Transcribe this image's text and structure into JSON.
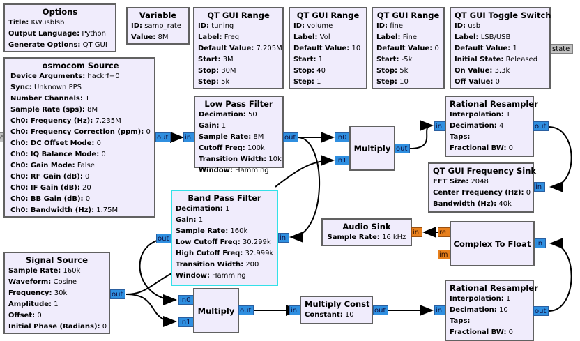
{
  "blocks": {
    "options": {
      "title": "Options",
      "params": [
        {
          "k": "Title:",
          "v": "KWusblsb"
        },
        {
          "k": "Output Language:",
          "v": "Python"
        },
        {
          "k": "Generate Options:",
          "v": "QT GUI"
        }
      ]
    },
    "variable": {
      "title": "Variable",
      "params": [
        {
          "k": "ID:",
          "v": "samp_rate"
        },
        {
          "k": "Value:",
          "v": "8M"
        }
      ]
    },
    "range_tuning": {
      "title": "QT GUI Range",
      "params": [
        {
          "k": "ID:",
          "v": "tuning"
        },
        {
          "k": "Label:",
          "v": "Freq"
        },
        {
          "k": "Default Value:",
          "v": "7.205M"
        },
        {
          "k": "Start:",
          "v": "3M"
        },
        {
          "k": "Stop:",
          "v": "30M"
        },
        {
          "k": "Step:",
          "v": "5k"
        }
      ]
    },
    "range_volume": {
      "title": "QT GUI Range",
      "params": [
        {
          "k": "ID:",
          "v": "volume"
        },
        {
          "k": "Label:",
          "v": "Vol"
        },
        {
          "k": "Default Value:",
          "v": "10"
        },
        {
          "k": "Start:",
          "v": "1"
        },
        {
          "k": "Stop:",
          "v": "40"
        },
        {
          "k": "Step:",
          "v": "1"
        }
      ]
    },
    "range_fine": {
      "title": "QT GUI Range",
      "params": [
        {
          "k": "ID:",
          "v": "fine"
        },
        {
          "k": "Label:",
          "v": "Fine"
        },
        {
          "k": "Default Value:",
          "v": "0"
        },
        {
          "k": "Start:",
          "v": "-5k"
        },
        {
          "k": "Stop:",
          "v": "5k"
        },
        {
          "k": "Step:",
          "v": "10"
        }
      ]
    },
    "toggle": {
      "title": "QT GUI Toggle Switch",
      "params": [
        {
          "k": "ID:",
          "v": "usb"
        },
        {
          "k": "Label:",
          "v": "LSB/USB"
        },
        {
          "k": "Default Value:",
          "v": "1"
        },
        {
          "k": "Initial State:",
          "v": "Released"
        },
        {
          "k": "On Value:",
          "v": "3.3k"
        },
        {
          "k": "Off Value:",
          "v": "0"
        }
      ]
    },
    "osmocom": {
      "title": "osmocom Source",
      "params": [
        {
          "k": "Device Arguments:",
          "v": "hackrf=0"
        },
        {
          "k": "Sync:",
          "v": "Unknown PPS"
        },
        {
          "k": "Number Channels:",
          "v": "1"
        },
        {
          "k": "Sample Rate (sps):",
          "v": "8M"
        },
        {
          "k": "Ch0: Frequency (Hz):",
          "v": "7.235M"
        },
        {
          "k": "Ch0: Frequency Correction (ppm):",
          "v": "0"
        },
        {
          "k": "Ch0: DC Offset Mode:",
          "v": "0"
        },
        {
          "k": "Ch0: IQ Balance Mode:",
          "v": "0"
        },
        {
          "k": "Ch0: Gain Mode:",
          "v": "False"
        },
        {
          "k": "Ch0: RF Gain (dB):",
          "v": "0"
        },
        {
          "k": "Ch0: IF Gain (dB):",
          "v": "20"
        },
        {
          "k": "Ch0: BB Gain (dB):",
          "v": "0"
        },
        {
          "k": "Ch0: Bandwidth (Hz):",
          "v": "1.75M"
        }
      ]
    },
    "lpf": {
      "title": "Low Pass Filter",
      "params": [
        {
          "k": "Decimation:",
          "v": "50"
        },
        {
          "k": "Gain:",
          "v": "1"
        },
        {
          "k": "Sample Rate:",
          "v": "8M"
        },
        {
          "k": "Cutoff Freq:",
          "v": "100k"
        },
        {
          "k": "Transition Width:",
          "v": "10k"
        },
        {
          "k": "Window:",
          "v": "Hamming"
        }
      ]
    },
    "multiply1": {
      "title": "Multiply"
    },
    "resampler1": {
      "title": "Rational Resampler",
      "params": [
        {
          "k": "Interpolation:",
          "v": "1"
        },
        {
          "k": "Decimation:",
          "v": "4"
        },
        {
          "k": "Taps:",
          "v": ""
        },
        {
          "k": "Fractional BW:",
          "v": "0"
        }
      ]
    },
    "freqsink": {
      "title": "QT GUI Frequency Sink",
      "params": [
        {
          "k": "FFT Size:",
          "v": "2048"
        },
        {
          "k": "Center Frequency (Hz):",
          "v": "0"
        },
        {
          "k": "Bandwidth (Hz):",
          "v": "40k"
        }
      ]
    },
    "bpf": {
      "title": "Band Pass Filter",
      "params": [
        {
          "k": "Decimation:",
          "v": "1"
        },
        {
          "k": "Gain:",
          "v": "1"
        },
        {
          "k": "Sample Rate:",
          "v": "160k"
        },
        {
          "k": "Low Cutoff Freq:",
          "v": "30.299k"
        },
        {
          "k": "High Cutoff Freq:",
          "v": "32.999k"
        },
        {
          "k": "Transition Width:",
          "v": "200"
        },
        {
          "k": "Window:",
          "v": "Hamming"
        }
      ]
    },
    "audiosink": {
      "title": "Audio Sink",
      "params": [
        {
          "k": "Sample Rate:",
          "v": "16 kHz"
        }
      ]
    },
    "c2f": {
      "title": "Complex To Float"
    },
    "sigsrc": {
      "title": "Signal Source",
      "params": [
        {
          "k": "Sample Rate:",
          "v": "160k"
        },
        {
          "k": "Waveform:",
          "v": "Cosine"
        },
        {
          "k": "Frequency:",
          "v": "30k"
        },
        {
          "k": "Amplitude:",
          "v": "1"
        },
        {
          "k": "Offset:",
          "v": "0"
        },
        {
          "k": "Initial Phase (Radians):",
          "v": "0"
        }
      ]
    },
    "multiply2": {
      "title": "Multiply"
    },
    "mulconst": {
      "title": "Multiply Const",
      "params": [
        {
          "k": "Constant:",
          "v": "10"
        }
      ]
    },
    "resampler2": {
      "title": "Rational Resampler",
      "params": [
        {
          "k": "Interpolation:",
          "v": "1"
        },
        {
          "k": "Decimation:",
          "v": "10"
        },
        {
          "k": "Taps:",
          "v": ""
        },
        {
          "k": "Fractional BW:",
          "v": "0"
        }
      ]
    }
  },
  "ports": {
    "out": "out",
    "in": "in",
    "in0": "in0",
    "in1": "in1",
    "re": "re",
    "im": "im",
    "state": "state",
    "cmd_left": "d"
  },
  "colors": {
    "block_bg": "#f0ecfc",
    "block_border": "#616161",
    "selected_border": "#34e0e8",
    "complex_port": "#2f8fe0",
    "float_port": "#e8801c",
    "message_port": "#c0c0c0"
  }
}
